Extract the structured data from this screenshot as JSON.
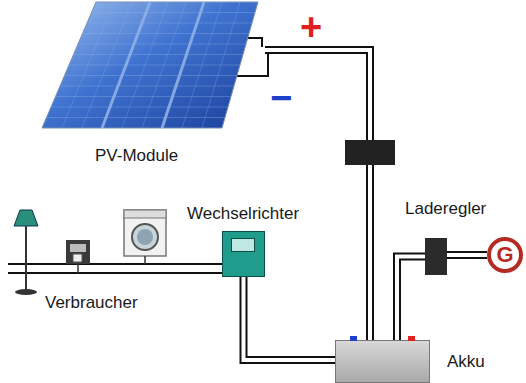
{
  "diagram": {
    "nodes": [
      {
        "text": [
          "PV-Module"
        ]
      },
      {
        "text": [
          "Wechselrichter"
        ]
      },
      {
        "text": [
          "Laderegler"
        ]
      },
      {
        "text": [
          "G"
        ]
      },
      {
        "text": [
          "Akku"
        ]
      }
    ],
    "edges": [
      {
        "from": 0,
        "to": 4,
        "arrow": "none"
      },
      {
        "from": 3,
        "to": 2,
        "arrow": "none"
      },
      {
        "from": 2,
        "to": 4,
        "arrow": "none"
      },
      {
        "from": 1,
        "to": 4,
        "arrow": "none"
      }
    ],
    "labels": [
      "+",
      "−",
      "Verbraucher"
    ]
  }
}
